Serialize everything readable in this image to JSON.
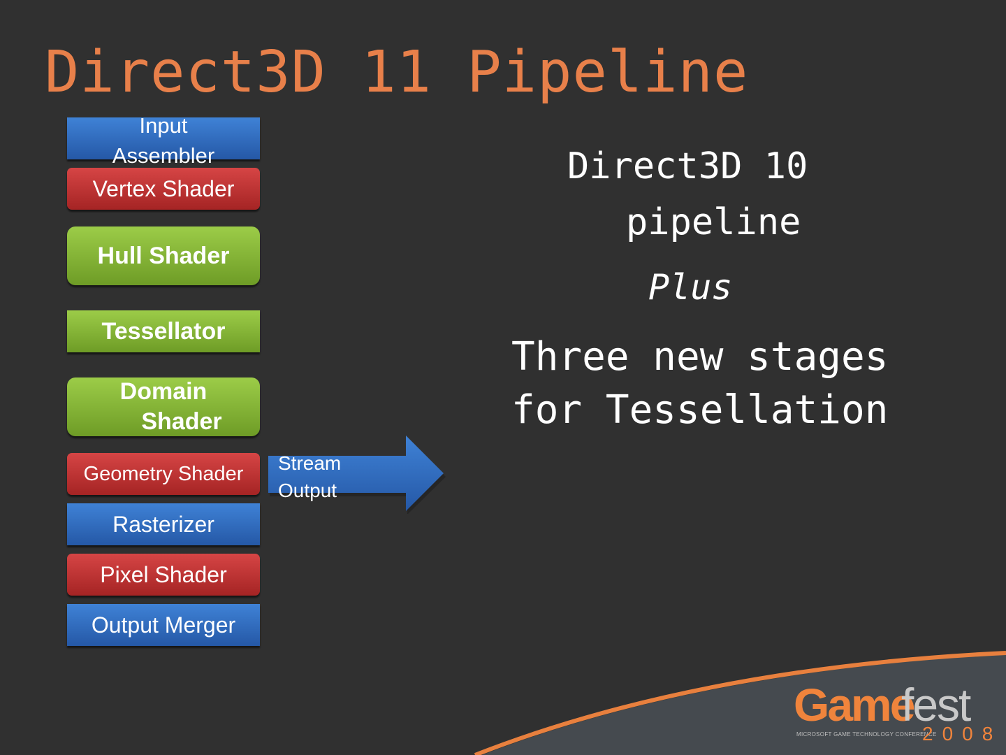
{
  "slide": {
    "title": "Direct3D 11 Pipeline"
  },
  "pipeline": {
    "stages": [
      {
        "lines": [
          "Input",
          "Assembler"
        ],
        "color": "#2e6bc4"
      },
      {
        "lines": [
          "Vertex Shader"
        ],
        "color": "#c03434"
      },
      {
        "lines": [
          "Hull Shader"
        ],
        "color": "#86b53a"
      },
      {
        "lines": [
          "Tessellator"
        ],
        "color": "#86b53a"
      },
      {
        "lines": [
          "Domain",
          "Shader"
        ],
        "color": "#86b53a"
      },
      {
        "lines": [
          "Geometry Shader"
        ],
        "color": "#c03434"
      },
      {
        "lines": [
          "Rasterizer"
        ],
        "color": "#2e6bc4"
      },
      {
        "lines": [
          "Pixel Shader"
        ],
        "color": "#c03434"
      },
      {
        "lines": [
          "Output Merger"
        ],
        "color": "#2e6bc4"
      }
    ],
    "stream_output": {
      "lines": [
        "Stream",
        "Output"
      ],
      "color": "#2e6bc4"
    }
  },
  "notes": {
    "line1": "Direct3D 10",
    "line2": "pipeline",
    "line3": "Plus",
    "line4": "Three new stages",
    "line5": "for Tessellation"
  },
  "logo": {
    "brand_part1": "Game",
    "brand_part2": "fest",
    "tagline": "MICROSOFT GAME TECHNOLOGY CONFERENCE",
    "year": "2008",
    "accent_color": "#f0843c"
  }
}
